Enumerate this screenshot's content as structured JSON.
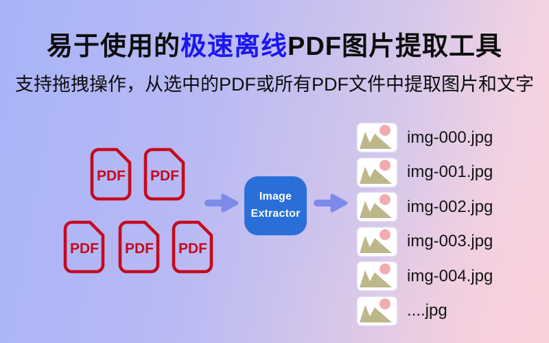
{
  "header": {
    "title_part1": "易于使用的",
    "title_highlight": "极速离线",
    "title_part2": "PDF图片提取工具",
    "subtitle": "支持拖拽操作，从选中的PDF或所有PDF文件中提取图片和文字"
  },
  "diagram": {
    "pdf_label": "PDF",
    "extractor_box": {
      "line1": "Image",
      "line2": "Extractor"
    },
    "files": [
      "img-000.jpg",
      "img-001.jpg",
      "img-002.jpg",
      "img-003.jpg",
      "img-004.jpg",
      "....jpg"
    ]
  },
  "icons": {
    "pdf_file": "pdf-file-icon",
    "arrow": "arrow-right-icon",
    "image_file": "image-file-icon"
  },
  "colors": {
    "bg-left": "#a8b4f8",
    "bg-right": "#f2d2e2",
    "title-blue": "#1b15f2",
    "text-black": "#0d0d0d",
    "pdf-red": "#c50a1e",
    "arrow-blue": "#7d8ae9",
    "box-blue": "#2a6fd8",
    "mountain-khaki": "#beb78b",
    "sun-pink": "#f2abb1"
  }
}
